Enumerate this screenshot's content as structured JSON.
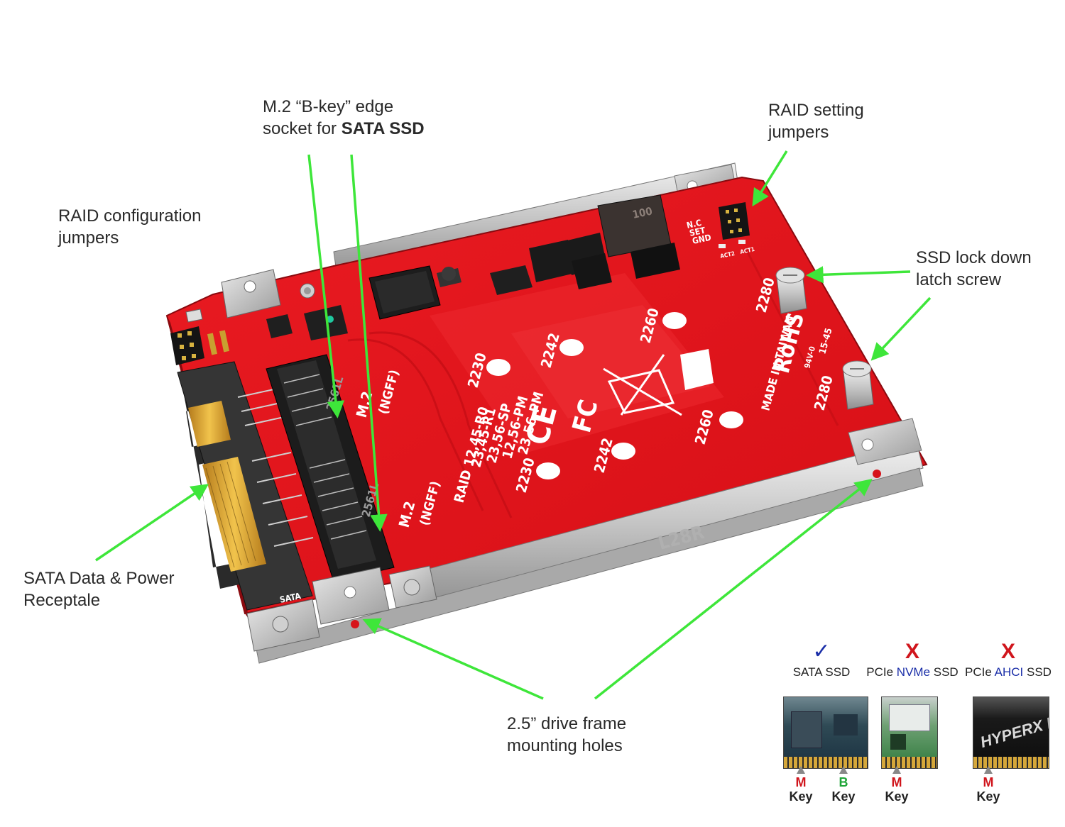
{
  "labels": {
    "raid_config": [
      "RAID configuration",
      "jumpers"
    ],
    "m2_socket": {
      "line1": "M.2 “B-key” edge",
      "line2_prefix": "socket for ",
      "line2_bold": "SATA SSD"
    },
    "raid_setting": [
      "RAID setting",
      "jumpers"
    ],
    "lock_screw": [
      "SSD lock down",
      "latch screw"
    ],
    "sata_receptacle": [
      "SATA Data & Power",
      "Receptale"
    ],
    "mounting_holes": [
      "2.5” drive frame",
      "mounting holes"
    ]
  },
  "pcb": {
    "chip_marking": "100",
    "raid_jumper_labels": [
      "N.C",
      "SET",
      "GND"
    ],
    "act_labels": [
      "ACT2",
      "ACT1"
    ],
    "m2_ngff_1": "M.2",
    "ngff_1": "(NGFF)",
    "m2_ngff_2": "M.2",
    "ngff_2": "(NGFF)",
    "raid_lines": [
      "RAID 12,45-R0",
      "23,45-R1",
      "23,56-SP",
      "12,56-PM",
      "23,56-PM"
    ],
    "size_2230_a": "2230",
    "size_2230_b": "2230",
    "size_2242_a": "2242",
    "size_2242_b": "2242",
    "size_2260_a": "2260",
    "size_2260_b": "2260",
    "size_2280_a": "2280",
    "size_2280_b": "2280",
    "made_in": "MADE IN TAIWAN",
    "rohs": "RoHS",
    "ce": "CE",
    "fc": "FC",
    "socket_marking_1": "2561L",
    "socket_marking_2": "2561L",
    "frame_marking": "L28R",
    "sata_silk": "SATA",
    "version": "15-45",
    "cert": "94V-0"
  },
  "compatibility": [
    {
      "mark": "✓",
      "mark_color": "#1a2ea8",
      "name_pre": "SATA SSD",
      "name_hl": "",
      "name_post": "",
      "keys": [
        {
          "letter": "M",
          "word": "Key",
          "color": "#d0151c"
        },
        {
          "letter": "B",
          "word": "Key",
          "color": "#1fa538"
        }
      ]
    },
    {
      "mark": "X",
      "mark_color": "#d0151c",
      "name_pre": "PCIe ",
      "name_hl": "NVMe",
      "name_post": " SSD",
      "keys": [
        {
          "letter": "M",
          "word": "Key",
          "color": "#d0151c"
        }
      ]
    },
    {
      "mark": "X",
      "mark_color": "#d0151c",
      "name_pre": "PCIe ",
      "name_hl": "AHCI",
      "name_post": " SSD",
      "keys": [
        {
          "letter": "M",
          "word": "Key",
          "color": "#d0151c"
        }
      ]
    }
  ],
  "ssd_card_text": "HYPERX PR",
  "colors": {
    "pcb_red": "#e3141b",
    "arrow_green": "#3ee63a",
    "frame_metal": "#c9c9c9"
  }
}
